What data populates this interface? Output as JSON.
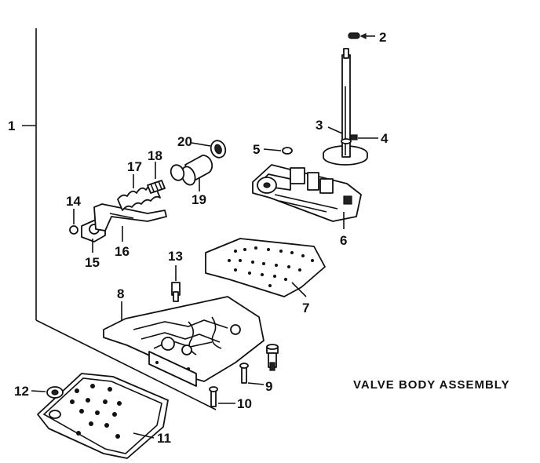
{
  "title": "VALVE BODY ASSEMBLY",
  "callouts": {
    "c1": "1",
    "c2": "2",
    "c3": "3",
    "c4": "4",
    "c5": "5",
    "c6": "6",
    "c7": "7",
    "c8": "8",
    "c9": "9",
    "c10": "10",
    "c11": "11",
    "c12": "12",
    "c13": "13",
    "c14": "14",
    "c15": "15",
    "c16": "16",
    "c17": "17",
    "c18": "18",
    "c19": "19",
    "c20": "20"
  }
}
